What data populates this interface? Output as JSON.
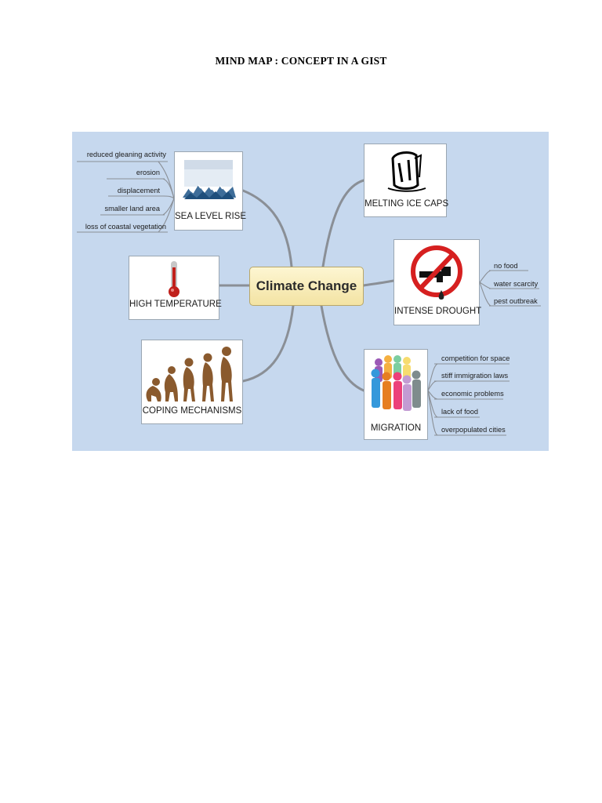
{
  "document": {
    "title": "MIND MAP : CONCEPT IN A GIST"
  },
  "mindmap": {
    "center": "Climate Change",
    "topics": {
      "sea_level_rise": {
        "label": "SEA LEVEL RISE",
        "icon": "waves-icon",
        "leaves": [
          "reduced gleaning activity",
          "erosion",
          "displacement",
          "smaller land area",
          "loss of coastal vegetation"
        ]
      },
      "high_temperature": {
        "label": "HIGH TEMPERATURE",
        "icon": "thermometer-icon"
      },
      "coping_mechanisms": {
        "label": "COPING MECHANISMS",
        "icon": "evolution-icon"
      },
      "melting_ice_caps": {
        "label": "MELTING ICE CAPS",
        "icon": "melting-ice-icon"
      },
      "intense_drought": {
        "label": "INTENSE DROUGHT",
        "icon": "no-water-tap-icon",
        "leaves": [
          "no food",
          "water scarcity",
          "pest outbreak"
        ]
      },
      "migration": {
        "label": "MIGRATION",
        "icon": "crowd-of-people-icon",
        "leaves": [
          "competition for space",
          "stiff immigration laws",
          "economic problems",
          "lack of food",
          "overpopulated cities"
        ]
      }
    },
    "colors": {
      "panel_background": "#c6d8ee",
      "center_fill": "#f6eab5",
      "connector": "#8a8f96"
    }
  }
}
